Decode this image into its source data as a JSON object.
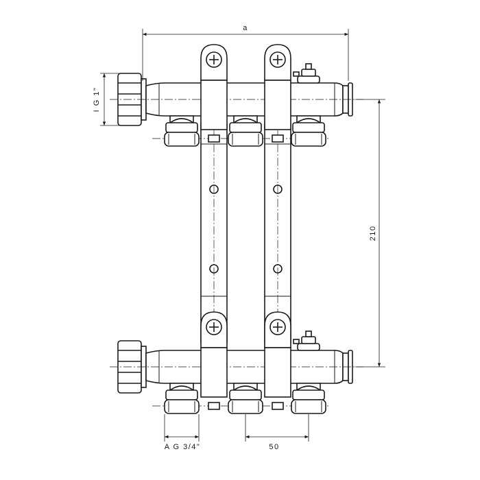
{
  "dimensions": {
    "width_label": "a",
    "height_label": "210",
    "inlet_thread": "I G 1\"",
    "outlet_thread": "A G 3/4\"",
    "spacing_label": "50"
  },
  "colors": {
    "line": "#1a1a1a",
    "background": "#ffffff"
  }
}
